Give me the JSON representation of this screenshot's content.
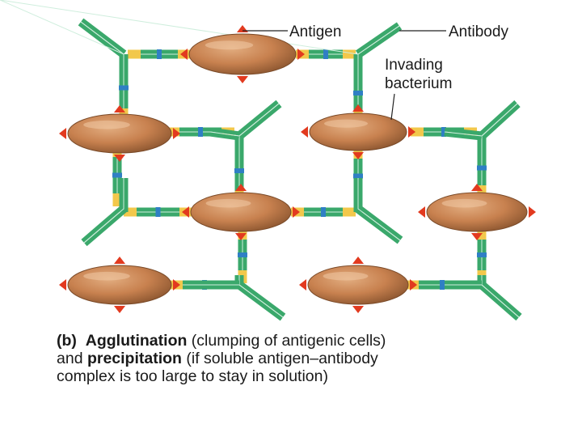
{
  "labels": {
    "antigen": "Antigen",
    "antibody": "Antibody",
    "invading_bacterium_line1": "Invading",
    "invading_bacterium_line2": "bacterium"
  },
  "caption": {
    "panel": "(b)",
    "term1": "Agglutination",
    "text1": " (clumping of antigenic cells)",
    "and": "and ",
    "term2": "precipitation",
    "text2": " (if soluble antigen–antibody",
    "line3": "complex is too large to stay in solution)"
  },
  "colors": {
    "bacterium": "#c8814f",
    "antigen": "#e23a1f",
    "antibody_heavy": "#3aa86b",
    "antibody_light": "#f2c84b",
    "hinge": "#2f7fc4"
  },
  "icons": [
    "bacterium-cell",
    "antigen-marker",
    "antibody-y-shape"
  ]
}
